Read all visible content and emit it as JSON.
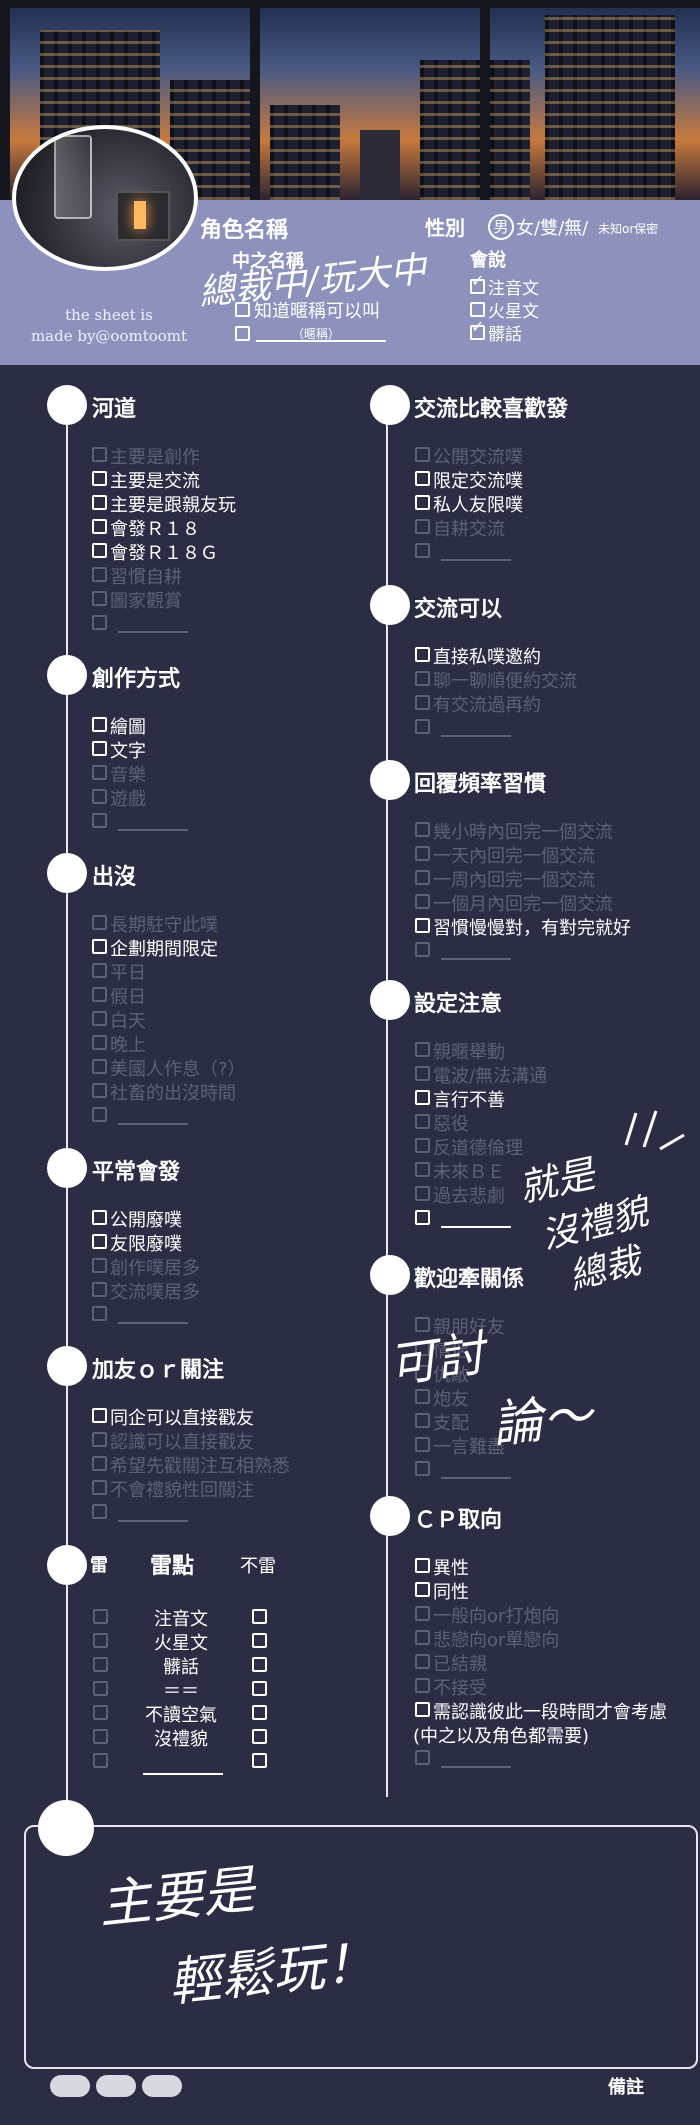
{
  "header": {
    "credit_line1": "the sheet is",
    "credit_line2": "made by@oomtoomt",
    "char_name_label": "角色名稱",
    "nickname_label": "中之名稱",
    "known_nickname": "知道暱稱可以叫",
    "nickname_sub": "（暱稱）",
    "handwritten_name": "總裁中/玩大中",
    "gender_label": "性別",
    "gender_selected": "男",
    "gender_options": "女/雙/無/",
    "gender_tail": "未知or保密",
    "speaks_label": "會說",
    "speaks_options": [
      {
        "label": "注音文",
        "checked": true
      },
      {
        "label": "火星文",
        "checked": false
      },
      {
        "label": "髒話",
        "checked": true
      }
    ]
  },
  "left": {
    "heyi": {
      "title": "河道",
      "items": [
        {
          "label": "主要是創作",
          "on": false
        },
        {
          "label": "主要是交流",
          "on": true
        },
        {
          "label": "主要是跟親友玩",
          "on": true
        },
        {
          "label": "會發Ｒ１８",
          "on": true
        },
        {
          "label": "會發Ｒ１８Ｇ",
          "on": true
        },
        {
          "label": "習慣自耕",
          "on": false
        },
        {
          "label": "圖家觀賞",
          "on": false
        }
      ]
    },
    "create": {
      "title": "創作方式",
      "items": [
        {
          "label": "繪圖",
          "on": true
        },
        {
          "label": "文字",
          "on": true
        },
        {
          "label": "音樂",
          "on": false
        },
        {
          "label": "遊戲",
          "on": false
        }
      ]
    },
    "appear": {
      "title": "出沒",
      "items": [
        {
          "label": "長期駐守此噗",
          "on": false
        },
        {
          "label": "企劃期間限定",
          "on": true
        },
        {
          "label": "平日",
          "on": false
        },
        {
          "label": "假日",
          "on": false
        },
        {
          "label": "白天",
          "on": false
        },
        {
          "label": "晚上",
          "on": false
        },
        {
          "label": "美國人作息（?）",
          "on": false
        },
        {
          "label": "社畜的出沒時間",
          "on": false
        }
      ]
    },
    "usual": {
      "title": "平常會發",
      "items": [
        {
          "label": "公開廢噗",
          "on": true
        },
        {
          "label": "友限廢噗",
          "on": true
        },
        {
          "label": "創作噗居多",
          "on": false
        },
        {
          "label": "交流噗居多",
          "on": false
        }
      ]
    },
    "friend": {
      "title": "加友ｏｒ關注",
      "items": [
        {
          "label": "同企可以直接戳友",
          "on": true
        },
        {
          "label": "認識可以直接戳友",
          "on": false
        },
        {
          "label": "希望先戳關注互相熟悉",
          "on": false
        },
        {
          "label": "不會禮貌性回關注",
          "on": false
        }
      ]
    },
    "lei": {
      "left_head": "雷",
      "title": "雷點",
      "right_head": "不雷",
      "rows": [
        "注音文",
        "火星文",
        "髒話",
        "＝＝",
        "不讀空氣",
        "沒禮貌"
      ]
    }
  },
  "right": {
    "prefer": {
      "title": "交流比較喜歡發",
      "items": [
        {
          "label": "公開交流噗",
          "on": false
        },
        {
          "label": "限定交流噗",
          "on": true
        },
        {
          "label": "私人友限噗",
          "on": true
        },
        {
          "label": "自耕交流",
          "on": false
        }
      ]
    },
    "can": {
      "title": "交流可以",
      "items": [
        {
          "label": "直接私噗邀約",
          "on": true
        },
        {
          "label": "聊一聊順便約交流",
          "on": false
        },
        {
          "label": "有交流過再約",
          "on": false
        }
      ]
    },
    "reply": {
      "title": "回覆頻率習慣",
      "items": [
        {
          "label": "幾小時內回完一個交流",
          "on": false
        },
        {
          "label": "一天內回完一個交流",
          "on": false
        },
        {
          "label": "一周內回完一個交流",
          "on": false
        },
        {
          "label": "一個月內回完一個交流",
          "on": false
        },
        {
          "label": "習慣慢慢對，有對完就好",
          "on": true
        }
      ]
    },
    "setting": {
      "title": "設定注意",
      "items": [
        {
          "label": "親暱舉動",
          "on": false
        },
        {
          "label": "電波/無法溝通",
          "on": false
        },
        {
          "label": "言行不善",
          "on": true
        },
        {
          "label": "惡役",
          "on": false
        },
        {
          "label": "反道德倫理",
          "on": false
        },
        {
          "label": "未來ＢＥ",
          "on": false
        },
        {
          "label": "過去悲劇",
          "on": false
        }
      ],
      "blank_on": true
    },
    "rel": {
      "title": "歡迎牽關係",
      "items": [
        {
          "label": "親朋好友",
          "on": false
        },
        {
          "label": "情侶",
          "on": false
        },
        {
          "label": "仇敵",
          "on": false
        },
        {
          "label": "炮友",
          "on": false
        },
        {
          "label": "支配",
          "on": false
        },
        {
          "label": "一言難盡",
          "on": false
        }
      ]
    },
    "cp": {
      "title": "ＣＰ取向",
      "items": [
        {
          "label": "異性",
          "on": true
        },
        {
          "label": "同性",
          "on": true
        },
        {
          "label": "一般向or打炮向",
          "on": false
        },
        {
          "label": "悲戀向or單戀向",
          "on": false
        },
        {
          "label": "已結親",
          "on": false
        },
        {
          "label": "不接受",
          "on": false
        },
        {
          "label": "需認識彼此一段時間才會考慮",
          "on": true
        },
        {
          "label": "(中之以及角色都需要)",
          "on": true
        }
      ]
    }
  },
  "annotations": {
    "setting_note_1": "就是",
    "setting_note_2": "沒禮貌",
    "setting_note_3": "總裁",
    "rel_note_1": "可討",
    "rel_note_2": "論～"
  },
  "notes": {
    "label": "備註",
    "line1": "主要是",
    "line2": "輕鬆玩！"
  }
}
